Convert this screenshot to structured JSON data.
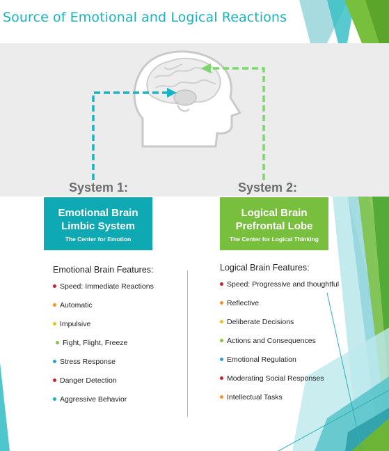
{
  "title": "Source of Emotional and Logical Reactions",
  "system1": {
    "label": "System 1:",
    "box_line1": "Emotional Brain",
    "box_line2": "Limbic System",
    "box_line3": "The Center for Emotion",
    "features_heading": "Emotional Brain Features:",
    "features": [
      {
        "text": "Speed:  Immediate Reactions",
        "color": "#c0262d"
      },
      {
        "text": "Automatic",
        "color": "#f0952a"
      },
      {
        "text": "Impulsive",
        "color": "#e6c229"
      },
      {
        "text": "Fight, Flight, Freeze",
        "color": "#86c349"
      },
      {
        "text": "Stress Response",
        "color": "#2aa0d8"
      },
      {
        "text": "Danger Detection",
        "color": "#c0262d"
      },
      {
        "text": "Aggressive Behavior",
        "color": "#1bb3ba"
      }
    ]
  },
  "system2": {
    "label": "System 2:",
    "box_line1": "Logical Brain",
    "box_line2": "Prefrontal Lobe",
    "box_line3": "The Center for Logical Thinking",
    "features_heading": "Logical Brain Features:",
    "features": [
      {
        "text": "Speed:  Progressive and thoughtful",
        "color": "#c0262d"
      },
      {
        "text": "Reflective",
        "color": "#f0952a"
      },
      {
        "text": "Deliberate Decisions",
        "color": "#e6c229"
      },
      {
        "text": "Actions and Consequences",
        "color": "#86c349"
      },
      {
        "text": "Emotional Regulation",
        "color": "#2aa0d8"
      },
      {
        "text": "Moderating Social Responses",
        "color": "#c0262d"
      },
      {
        "text": "Intellectual Tasks",
        "color": "#f0952a"
      }
    ]
  },
  "colors": {
    "teal": "#0ea9b3",
    "green": "#79bf3e",
    "arrow_teal": "#13b6c4",
    "arrow_green": "#7dd66d"
  },
  "icons": {
    "head": "head-with-brain-icon",
    "arrow_to_limbic": "dashed-arrow-icon",
    "arrow_to_prefrontal": "dashed-arrow-icon"
  }
}
